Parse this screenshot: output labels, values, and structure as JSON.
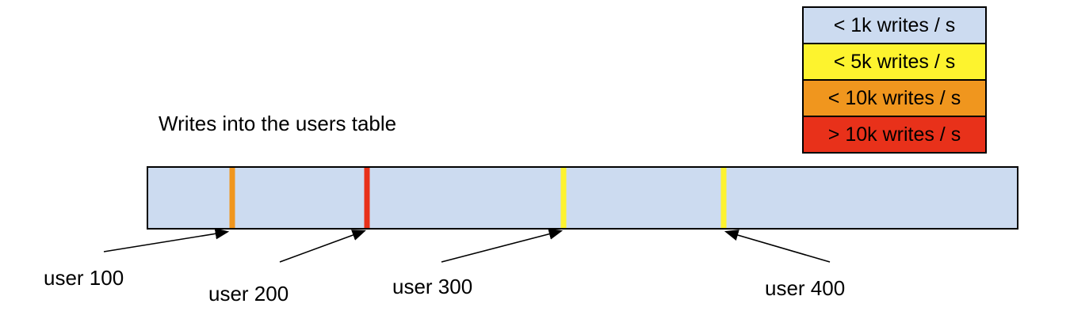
{
  "title": "Writes into the users table",
  "legend": {
    "items": [
      {
        "label": "< 1k writes / s",
        "color": "#ccdbf0"
      },
      {
        "label": "< 5k writes / s",
        "color": "#fdf32e"
      },
      {
        "label": "< 10k writes / s",
        "color": "#f0961e"
      },
      {
        "label": "> 10k writes / s",
        "color": "#e8311a"
      }
    ]
  },
  "table_bar": {
    "fill": "#ccdbf0",
    "border_color": "#000000",
    "markers": [
      {
        "id": "user-100",
        "color": "#f0961e",
        "position_pct": 9.7
      },
      {
        "id": "user-200",
        "color": "#e8311a",
        "position_pct": 25.2
      },
      {
        "id": "user-300",
        "color": "#fdf32e",
        "position_pct": 47.8
      },
      {
        "id": "user-400",
        "color": "#fdf32e",
        "position_pct": 66.2
      }
    ]
  },
  "callouts": [
    {
      "label": "user 100"
    },
    {
      "label": "user 200"
    },
    {
      "label": "user 300"
    },
    {
      "label": "user 400"
    }
  ]
}
